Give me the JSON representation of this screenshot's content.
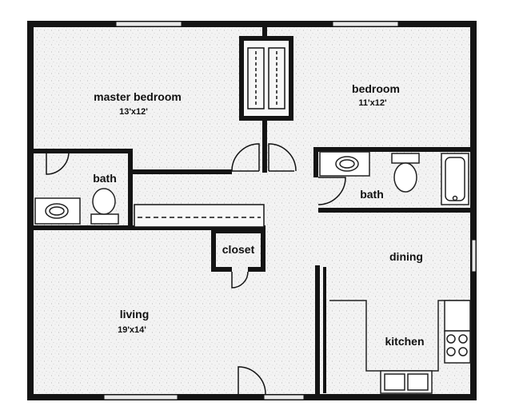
{
  "colors": {
    "wall": "#141414",
    "floor": "#f3f3f3",
    "speckle": "#9a9a9a",
    "window": "#e8e8e8",
    "fixture_stroke": "#222222"
  },
  "rooms": {
    "master_bedroom": {
      "name": "master bedroom",
      "size": "13'x12'"
    },
    "bedroom": {
      "name": "bedroom",
      "size": "11'x12'"
    },
    "bath_left": {
      "name": "bath"
    },
    "bath_right": {
      "name": "bath"
    },
    "closet": {
      "name": "closet"
    },
    "dining": {
      "name": "dining"
    },
    "living": {
      "name": "living",
      "size": "19'x14'"
    },
    "kitchen": {
      "name": "kitchen"
    }
  }
}
